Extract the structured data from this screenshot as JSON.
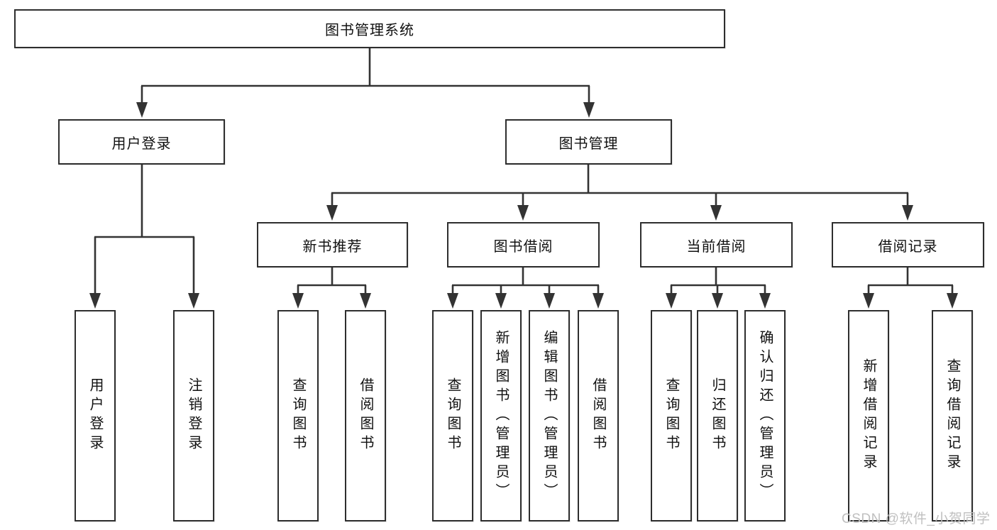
{
  "colors": {
    "line": "#333333",
    "border": "#2e2e2e",
    "text": "#111111",
    "watermark": "#c0c0c0",
    "background": "#ffffff"
  },
  "watermark": {
    "text": "CSDN @软件_小贺同学"
  },
  "tree": {
    "root": {
      "label": "图书管理系统"
    },
    "branches": [
      {
        "label": "用户登录",
        "children": [
          {
            "label": "用户登录"
          },
          {
            "label": "注销登录"
          }
        ]
      },
      {
        "label": "图书管理",
        "children": [
          {
            "label": "新书推荐",
            "children": [
              {
                "label": "查询图书"
              },
              {
                "label": "借阅图书"
              }
            ]
          },
          {
            "label": "图书借阅",
            "children": [
              {
                "label": "查询图书"
              },
              {
                "label": "新增图书（管理员）"
              },
              {
                "label": "编辑图书（管理员）"
              },
              {
                "label": "借阅图书"
              }
            ]
          },
          {
            "label": "当前借阅",
            "children": [
              {
                "label": "查询图书"
              },
              {
                "label": "归还图书"
              },
              {
                "label": "确认归还（管理员）"
              }
            ]
          },
          {
            "label": "借阅记录",
            "children": [
              {
                "label": "新增借阅记录"
              },
              {
                "label": "查询借阅记录"
              }
            ]
          }
        ]
      }
    ]
  }
}
